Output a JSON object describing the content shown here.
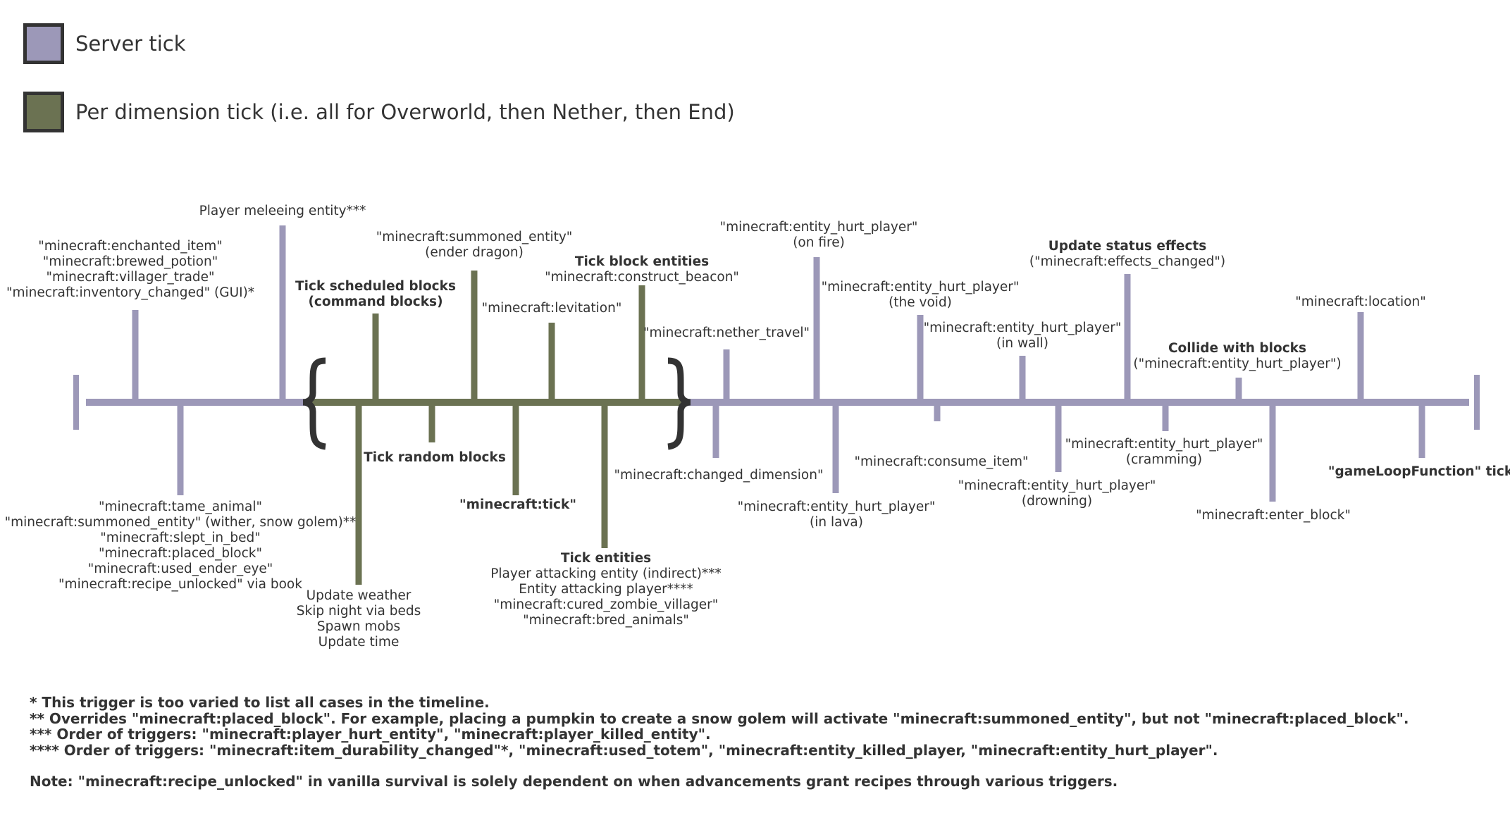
{
  "colors": {
    "server": "#9c98b8",
    "dimension": "#6b7252",
    "brace": "#333333",
    "text": "#333333"
  },
  "legend": [
    {
      "color": "#9c98b8",
      "label": "Server tick"
    },
    {
      "color": "#6b7252",
      "label": "Per dimension tick (i.e. all for Overworld, then Nether, then End)"
    }
  ],
  "timeline": {
    "events": [
      {
        "tick": "server",
        "side": "above",
        "bold": [],
        "lines": [
          "\"minecraft:enchanted_item\"",
          "\"minecraft:brewed_potion\"",
          "\"minecraft:villager_trade\"",
          "\"minecraft:inventory_changed\" (GUI)*"
        ]
      },
      {
        "tick": "server",
        "side": "below",
        "bold": [],
        "lines": [
          "\"minecraft:tame_animal\"",
          "\"minecraft:summoned_entity\" (wither, snow golem)**",
          "\"minecraft:slept_in_bed\"",
          "\"minecraft:placed_block\"",
          "\"minecraft:used_ender_eye\"",
          "\"minecraft:recipe_unlocked\" via book"
        ]
      },
      {
        "tick": "server",
        "side": "above",
        "bold": [],
        "lines": [
          "Player meleeing entity***"
        ]
      },
      {
        "tick": "dimension",
        "side": "below",
        "bold": [],
        "lines": [
          "Update weather",
          "Skip night via beds",
          "Spawn mobs",
          "Update time"
        ]
      },
      {
        "tick": "dimension",
        "side": "above",
        "bold": [
          0,
          1
        ],
        "lines": [
          "Tick scheduled blocks",
          "(command blocks)"
        ]
      },
      {
        "tick": "dimension",
        "side": "below",
        "bold": [
          0
        ],
        "lines": [
          "Tick random blocks"
        ]
      },
      {
        "tick": "dimension",
        "side": "above",
        "bold": [],
        "lines": [
          "\"minecraft:summoned_entity\"",
          "(ender dragon)"
        ]
      },
      {
        "tick": "dimension",
        "side": "below",
        "bold": [
          0
        ],
        "lines": [
          "\"minecraft:tick\""
        ]
      },
      {
        "tick": "dimension",
        "side": "above",
        "bold": [],
        "lines": [
          "\"minecraft:levitation\""
        ]
      },
      {
        "tick": "dimension",
        "side": "below",
        "bold": [
          0
        ],
        "lines": [
          "Tick entities",
          "Player attacking entity (indirect)***",
          "Entity attacking player****",
          "\"minecraft:cured_zombie_villager\"",
          "\"minecraft:bred_animals\""
        ]
      },
      {
        "tick": "dimension",
        "side": "above",
        "bold": [
          0
        ],
        "lines": [
          "Tick block entities",
          "\"minecraft:construct_beacon\""
        ]
      },
      {
        "tick": "server",
        "side": "below",
        "bold": [],
        "lines": [
          "\"minecraft:changed_dimension\""
        ]
      },
      {
        "tick": "server",
        "side": "above",
        "bold": [],
        "lines": [
          "\"minecraft:nether_travel\""
        ]
      },
      {
        "tick": "server",
        "side": "above",
        "bold": [],
        "lines": [
          "\"minecraft:entity_hurt_player\"",
          "(on fire)"
        ]
      },
      {
        "tick": "server",
        "side": "below",
        "bold": [],
        "lines": [
          "\"minecraft:entity_hurt_player\"",
          "(in lava)"
        ]
      },
      {
        "tick": "server",
        "side": "above",
        "bold": [],
        "lines": [
          "\"minecraft:entity_hurt_player\"",
          "(the void)"
        ]
      },
      {
        "tick": "server",
        "side": "below",
        "bold": [],
        "lines": [
          "\"minecraft:consume_item\""
        ]
      },
      {
        "tick": "server",
        "side": "above",
        "bold": [],
        "lines": [
          "\"minecraft:entity_hurt_player\"",
          "(in wall)"
        ]
      },
      {
        "tick": "server",
        "side": "below",
        "bold": [],
        "lines": [
          "\"minecraft:entity_hurt_player\"",
          "(drowning)"
        ]
      },
      {
        "tick": "server",
        "side": "above",
        "bold": [
          0
        ],
        "lines": [
          "Update status effects",
          "(\"minecraft:effects_changed\")"
        ]
      },
      {
        "tick": "server",
        "side": "below",
        "bold": [],
        "lines": [
          "\"minecraft:entity_hurt_player\"",
          "(cramming)"
        ]
      },
      {
        "tick": "server",
        "side": "above",
        "bold": [
          0
        ],
        "lines": [
          "Collide with blocks",
          "(\"minecraft:entity_hurt_player\")"
        ]
      },
      {
        "tick": "server",
        "side": "below",
        "bold": [],
        "lines": [
          "\"minecraft:enter_block\""
        ]
      },
      {
        "tick": "server",
        "side": "above",
        "bold": [],
        "lines": [
          "\"minecraft:location\""
        ]
      },
      {
        "tick": "server",
        "side": "below",
        "bold": [
          0
        ],
        "lines": [
          "\"gameLoopFunction\" tick"
        ]
      }
    ]
  },
  "notes": [
    "* This trigger is too varied to list all cases in the timeline.",
    "** Overrides \"minecraft:placed_block\". For example, placing a pumpkin to create a snow golem will activate \"minecraft:summoned_entity\", but not \"minecraft:placed_block\".",
    "*** Order of triggers: \"minecraft:player_hurt_entity\", \"minecraft:player_killed_entity\".",
    "**** Order of triggers: \"minecraft:item_durability_changed\"*, \"minecraft:used_totem\", \"minecraft:entity_killed_player, \"minecraft:entity_hurt_player\"."
  ],
  "footnote": "Note: \"minecraft:recipe_unlocked\" in vanilla survival is solely dependent on when advancements grant recipes through various triggers."
}
